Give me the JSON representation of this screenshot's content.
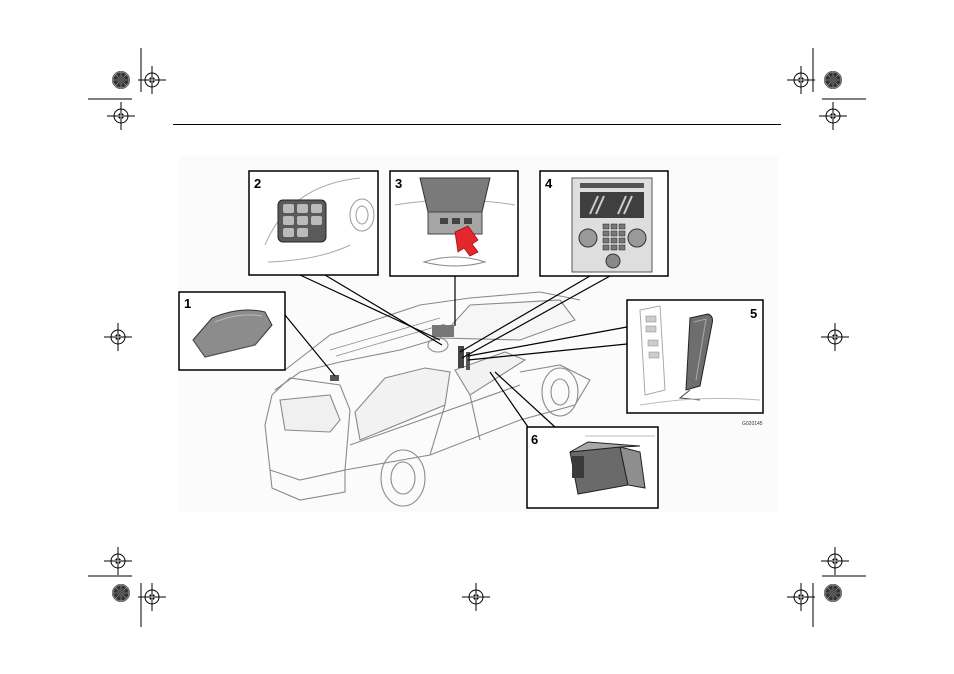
{
  "figure": {
    "callouts": [
      "1",
      "2",
      "3",
      "4",
      "5",
      "6"
    ],
    "image_code": "G020145"
  },
  "icons": [
    "registration-target-icon",
    "color-calibration-disc-icon"
  ],
  "colors": {
    "ink": "#000000",
    "highlight": "#e4262d",
    "panel_gray": "#9a9a9a",
    "dark_gray": "#4a4a4a"
  }
}
